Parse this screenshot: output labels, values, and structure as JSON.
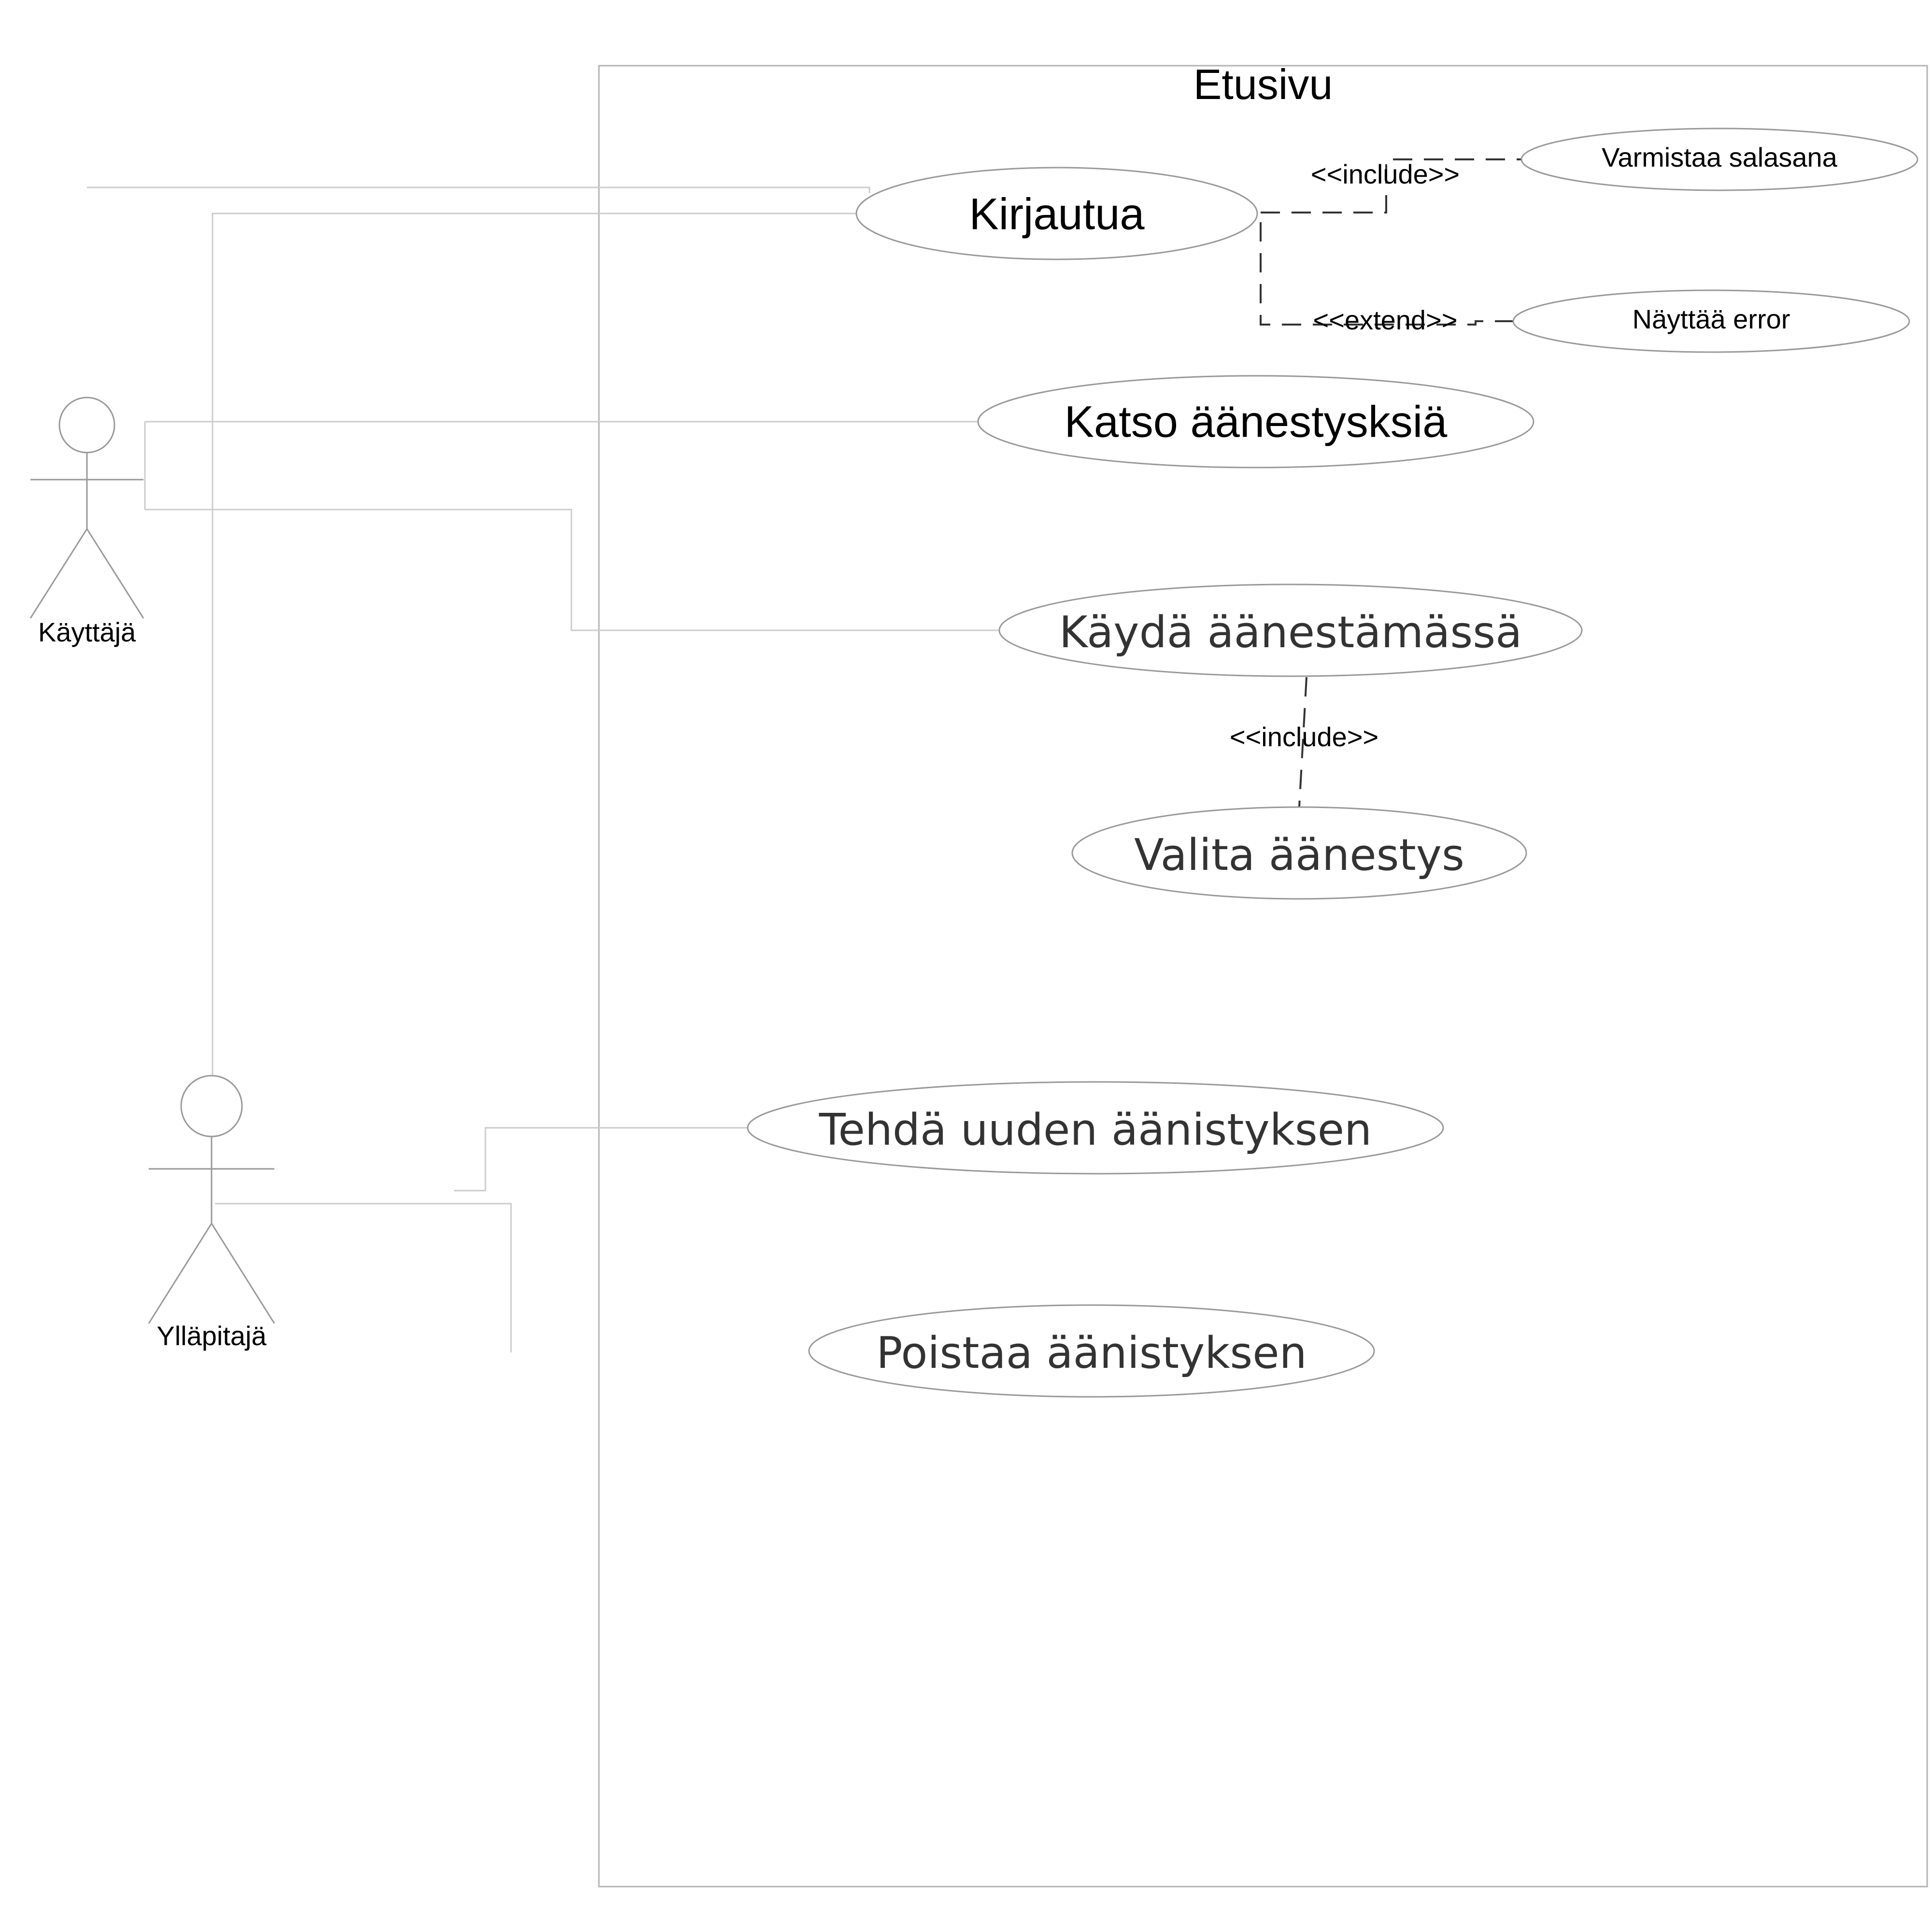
{
  "system": {
    "title": "Etusivu"
  },
  "actors": {
    "user": {
      "label": "Käyttäjä"
    },
    "admin": {
      "label": "Ylläpitajä"
    }
  },
  "use_cases": {
    "login": "Kirjautua",
    "verify_password": "Varmistaa salasana",
    "show_error": "Näyttää error",
    "view_votes": "Katso äänestysksiä",
    "go_vote": "Käydä äänestämässä",
    "choose_vote": "Valita äänestys",
    "create_vote": "Tehdä uuden äänistyksen",
    "delete_vote": "Poistaa äänistyksen"
  },
  "stereotypes": {
    "login_include": "<<include>>",
    "login_extend": "<<extend>>",
    "vote_include": "<<include>>"
  },
  "colors": {
    "line": "#cccccc",
    "outline": "#999999",
    "dashed": "#333333",
    "text": "#000000",
    "text_dark": "#333333"
  }
}
